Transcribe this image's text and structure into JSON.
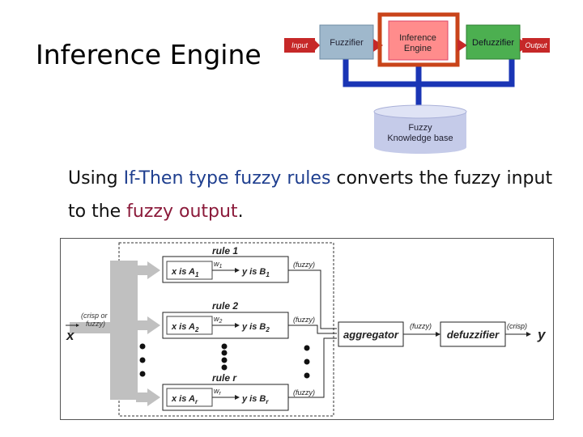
{
  "slide": {
    "title": "Inference Engine",
    "caption": {
      "part1": "Using ",
      "highlight1": "If-Then type fuzzy rules",
      "part2": " converts the fuzzy input to the ",
      "highlight2": "fuzzy output",
      "part3": "."
    }
  },
  "colors": {
    "highlight1": "#1f3f8f",
    "highlight2": "#8b1a3a",
    "fuzzifier_box": "#9fb8cc",
    "inference_box": "#ff8c8c",
    "inference_frame": "#c9441a",
    "defuzzifier_box": "#4caf50",
    "connector": "#1a35b5",
    "small_tag": "#c62828",
    "knowledge_base": "#c5cbe9"
  },
  "pipeline": {
    "input_label": "Input",
    "fuzzifier_label": "Fuzzifier",
    "inference_label_line1": "Inference",
    "inference_label_line2": "Engine",
    "defuzzifier_label": "Defuzzifier",
    "output_label": "Output",
    "kb_line1": "Fuzzy",
    "kb_line2": "Knowledge base"
  },
  "rules_diagram": {
    "input_symbol": "x",
    "input_note_line1": "(crisp or",
    "input_note_line2": "fuzzy)",
    "rules": [
      {
        "title": "rule 1",
        "weight_letter": "w",
        "weight_sub": "1",
        "antecedent_pre": "x is A",
        "antecedent_sub": "1",
        "consequent_pre": "y is B",
        "consequent_sub": "1",
        "tag": "(fuzzy)"
      },
      {
        "title": "rule 2",
        "weight_letter": "w",
        "weight_sub": "2",
        "antecedent_pre": "x is A",
        "antecedent_sub": "2",
        "consequent_pre": "y is B",
        "consequent_sub": "2",
        "tag": "(fuzzy)"
      },
      {
        "title": "rule r",
        "weight_letter": "w",
        "weight_sub": "r",
        "antecedent_pre": "x is A",
        "antecedent_sub": "r",
        "consequent_pre": "y is B",
        "consequent_sub": "r",
        "tag": "(fuzzy)"
      }
    ],
    "aggregator_label": "aggregator",
    "aggregator_out_tag": "(fuzzy)",
    "defuzzifier_label": "defuzzifier",
    "defuzzifier_out_tag": "(crisp)",
    "output_symbol": "y"
  }
}
